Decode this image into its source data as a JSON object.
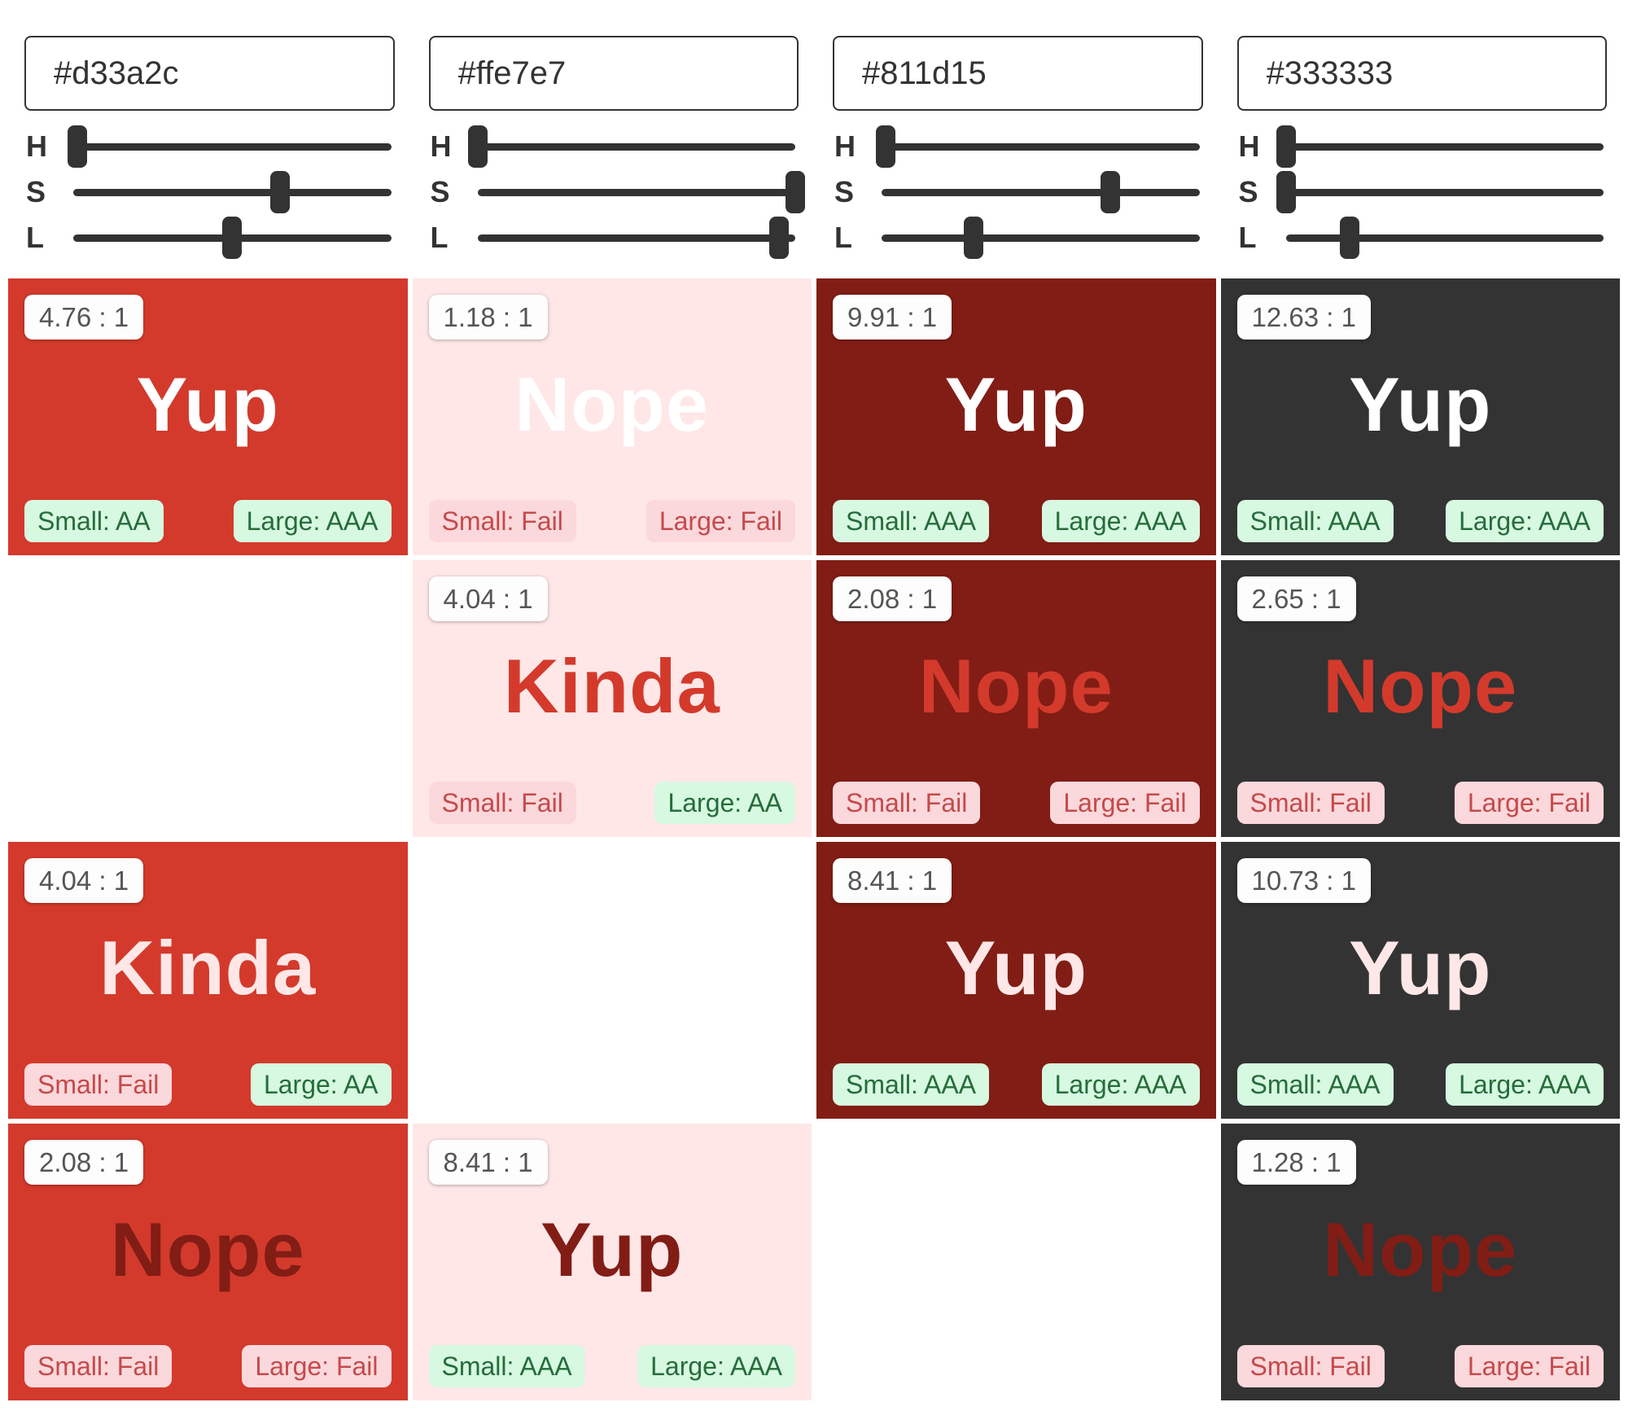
{
  "slider_labels": {
    "h": "H",
    "s": "S",
    "l": "L"
  },
  "controls": [
    {
      "hex_value": "#d33a2c",
      "sliders": {
        "h": 1.4,
        "s": 65,
        "l": 50
      }
    },
    {
      "hex_value": "#ffe7e7",
      "sliders": {
        "h": 0,
        "s": 100,
        "l": 95
      }
    },
    {
      "hex_value": "#811d15",
      "sliders": {
        "h": 1.2,
        "s": 72,
        "l": 29
      }
    },
    {
      "hex_value": "#333333",
      "sliders": {
        "h": 0,
        "s": 0,
        "l": 20
      }
    }
  ],
  "grid": {
    "columns_bg": [
      "#d33a2c",
      "#ffe7e7",
      "#811d15",
      "#333333"
    ],
    "rows_text": [
      "#ffffff",
      "#d33a2c",
      "#ffe7e7",
      "#811d15"
    ],
    "cells": [
      [
        {
          "bg": "#d33a2c",
          "text": "#ffffff",
          "ratio": "4.76 : 1",
          "verdict": "Yup",
          "small_label": "Small: AA",
          "small_status": "pass",
          "large_label": "Large: AAA",
          "large_status": "pass"
        },
        {
          "bg": "#ffe7e7",
          "text": "#ffffff",
          "ratio": "1.18 : 1",
          "verdict": "Nope",
          "small_label": "Small: Fail",
          "small_status": "fail",
          "large_label": "Large: Fail",
          "large_status": "fail"
        },
        {
          "bg": "#811d15",
          "text": "#ffffff",
          "ratio": "9.91 : 1",
          "verdict": "Yup",
          "small_label": "Small: AAA",
          "small_status": "pass",
          "large_label": "Large: AAA",
          "large_status": "pass"
        },
        {
          "bg": "#333333",
          "text": "#ffffff",
          "ratio": "12.63 : 1",
          "verdict": "Yup",
          "small_label": "Small: AAA",
          "small_status": "pass",
          "large_label": "Large: AAA",
          "large_status": "pass"
        }
      ],
      [
        null,
        {
          "bg": "#ffe7e7",
          "text": "#d33a2c",
          "ratio": "4.04 : 1",
          "verdict": "Kinda",
          "small_label": "Small: Fail",
          "small_status": "fail",
          "large_label": "Large: AA",
          "large_status": "pass"
        },
        {
          "bg": "#811d15",
          "text": "#d33a2c",
          "ratio": "2.08 : 1",
          "verdict": "Nope",
          "small_label": "Small: Fail",
          "small_status": "fail",
          "large_label": "Large: Fail",
          "large_status": "fail"
        },
        {
          "bg": "#333333",
          "text": "#d33a2c",
          "ratio": "2.65 : 1",
          "verdict": "Nope",
          "small_label": "Small: Fail",
          "small_status": "fail",
          "large_label": "Large: Fail",
          "large_status": "fail"
        }
      ],
      [
        {
          "bg": "#d33a2c",
          "text": "#ffe7e7",
          "ratio": "4.04 : 1",
          "verdict": "Kinda",
          "small_label": "Small: Fail",
          "small_status": "fail",
          "large_label": "Large: AA",
          "large_status": "pass"
        },
        null,
        {
          "bg": "#811d15",
          "text": "#ffe7e7",
          "ratio": "8.41 : 1",
          "verdict": "Yup",
          "small_label": "Small: AAA",
          "small_status": "pass",
          "large_label": "Large: AAA",
          "large_status": "pass"
        },
        {
          "bg": "#333333",
          "text": "#ffe7e7",
          "ratio": "10.73 : 1",
          "verdict": "Yup",
          "small_label": "Small: AAA",
          "small_status": "pass",
          "large_label": "Large: AAA",
          "large_status": "pass"
        }
      ],
      [
        {
          "bg": "#d33a2c",
          "text": "#811d15",
          "ratio": "2.08 : 1",
          "verdict": "Nope",
          "small_label": "Small: Fail",
          "small_status": "fail",
          "large_label": "Large: Fail",
          "large_status": "fail"
        },
        {
          "bg": "#ffe7e7",
          "text": "#811d15",
          "ratio": "8.41 : 1",
          "verdict": "Yup",
          "small_label": "Small: AAA",
          "small_status": "pass",
          "large_label": "Large: AAA",
          "large_status": "pass"
        },
        null,
        {
          "bg": "#333333",
          "text": "#811d15",
          "ratio": "1.28 : 1",
          "verdict": "Nope",
          "small_label": "Small: Fail",
          "small_status": "fail",
          "large_label": "Large: Fail",
          "large_status": "fail"
        }
      ]
    ]
  }
}
